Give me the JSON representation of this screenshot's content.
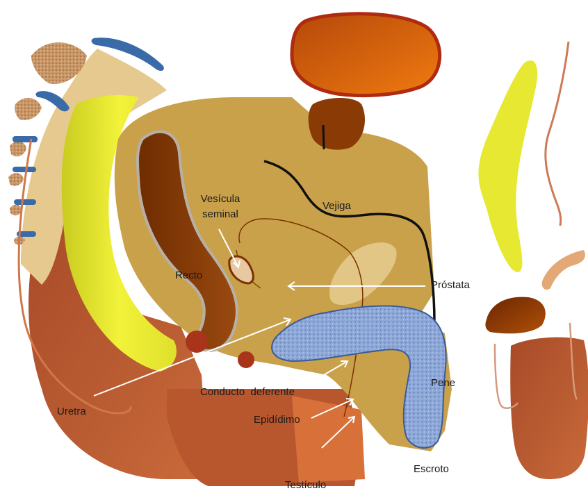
{
  "diagram": {
    "labels": {
      "vesicula_seminal_line1": "Vesícula",
      "vesicula_seminal_line2": "seminal",
      "vejiga": "Vejiga",
      "recto": "Recto",
      "prostata": "Próstata",
      "conducto_deferente": "Conducto  deferente",
      "pene": "Pene",
      "uretra": "Uretra",
      "epididimo": "Epidídimo",
      "escroto": "Escroto",
      "testiculo": "Testículo"
    },
    "colors": {
      "tan": "#c9a14a",
      "brown": "#a0522d",
      "dark_brown": "#7a3200",
      "yellow": "#e6e832",
      "blue": "#3a6aa8",
      "speckle_blue": "#7f9ccf",
      "orange": "#d9640f",
      "red_outline": "#b02a10",
      "bone": "#e8cd95",
      "cork": "#c08a5a"
    }
  }
}
